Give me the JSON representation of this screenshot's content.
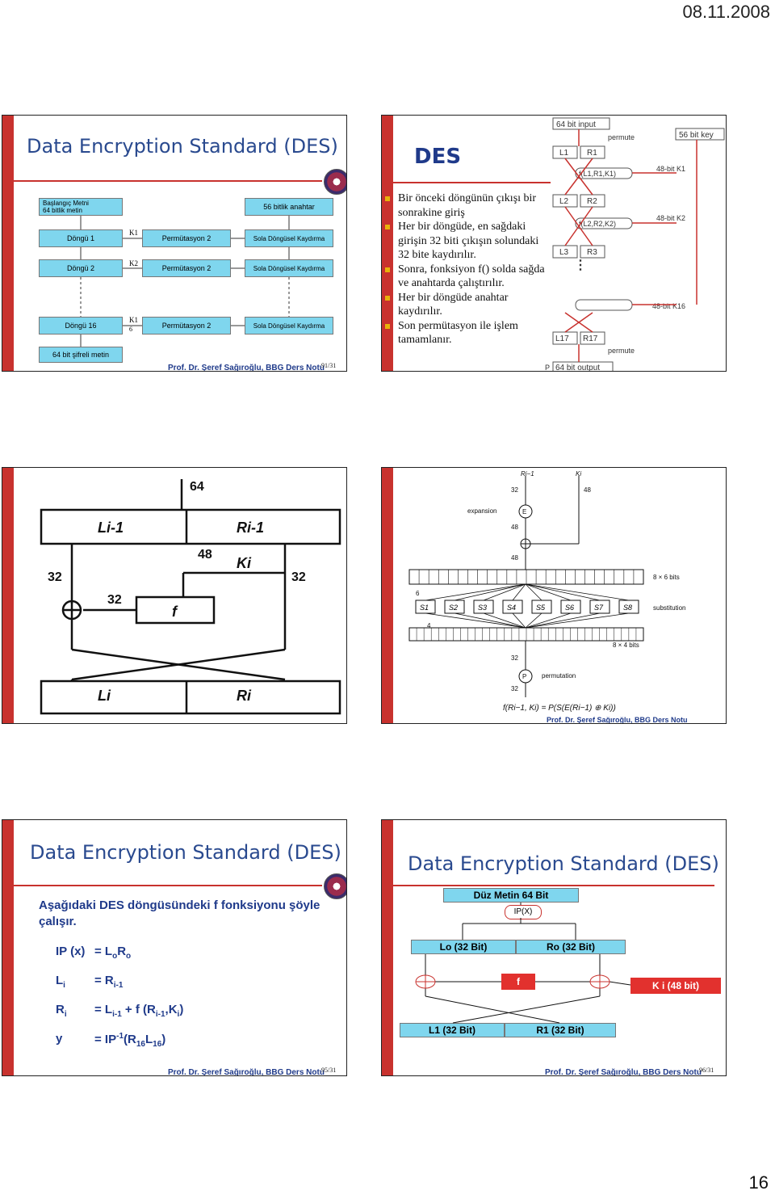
{
  "header": {
    "date": "08.11.2008"
  },
  "page_number": "16",
  "footer_author": "Prof. Dr. Şeref Sağıroğlu, BBG Ders Notu",
  "slide91": {
    "title": "Data Encryption Standard (DES)",
    "number": "91/31",
    "plaintext_label_1": "Başlangıç Metni",
    "plaintext_label_2": "64 bitlik metin",
    "key_label": "56 bitlik anahtar",
    "rounds": [
      "Döngü 1",
      "Döngü 2",
      "Döngü 16"
    ],
    "round_keys": [
      "K1",
      "K2",
      "K1"
    ],
    "round_key_sub": "6",
    "permutations": [
      "Permütasyon 2",
      "Permütasyon 2",
      "Permütasyon 2"
    ],
    "shifts": [
      "Sola Döngüsel Kaydırma",
      "Sola Döngüsel Kaydırma",
      "Sola Döngüsel Kaydırma"
    ],
    "ciphertext_label": "64 bit şifreli metin"
  },
  "slide92": {
    "title": "DES",
    "bullets": [
      "Bir önceki döngünün çıkışı bir sonrakine giriş",
      "Her bir döngüde, en sağdaki girişin 32 biti çıkışın solundaki 32 bite kaydırılır.",
      "Sonra, fonksiyon f() solda sağda ve anahtarda çalıştırılır.",
      "Her bir döngüde anahtar kaydırılır.",
      "Son permütasyon ile işlem tamamlanır."
    ],
    "diagram": {
      "input": "64 bit input",
      "permute": "permute",
      "key": "56 bit key",
      "l1": "L1",
      "r1": "R1",
      "f1": "f(L1,R1,K1)",
      "k1": "48-bit K1",
      "l2": "L2",
      "r2": "R2",
      "f2": "f(L2,R2,K2)",
      "k2": "48-bit K2",
      "l3": "L3",
      "r3": "R3",
      "k16": "48-bit K16",
      "l17": "L17",
      "r17": "R17",
      "permute2": "permute",
      "output": "64 bit output",
      "p": "P"
    }
  },
  "slide93": {
    "in64": "64",
    "li1": "Li-1",
    "ri1": "Ri-1",
    "k48": "48",
    "ki": "Ki",
    "b32a": "32",
    "b32b": "32",
    "b32c": "32",
    "f": "f",
    "li": "Li",
    "ri": "Ri"
  },
  "slide94": {
    "ri1": "Ri−1",
    "ki": "Ki",
    "n32": "32",
    "n48": "48",
    "n48b": "48",
    "n48c": "48",
    "expansion": "expansion",
    "e": "E",
    "bits6": "8 × 6 bits",
    "six": "6",
    "sboxes": [
      "S1",
      "S2",
      "S3",
      "S4",
      "S5",
      "S6",
      "S7",
      "S8"
    ],
    "substitution": "substitution",
    "four": "4",
    "bits4": "8 × 4 bits",
    "n32b": "32",
    "p": "P",
    "permutation": "permutation",
    "n32c": "32",
    "formula": "f(Ri−1, Ki) = P(S(E(Ri−1) ⊕ Ki))",
    "footer": "Prof. Dr. Şeref Sağıroğlu, BBG Ders Notu"
  },
  "slide95": {
    "title": "Data Encryption Standard (DES)",
    "intro": "Aşağıdaki DES döngüsündeki f fonksiyonu şöyle çalışır.",
    "number": "95/31",
    "eq": [
      {
        "lhs": "IP (x)",
        "rhs": "= LoRo"
      },
      {
        "lhs": "Li",
        "rhs": "= Ri-1"
      },
      {
        "lhs": "Ri",
        "rhs": "= Li-1 + f (Ri-1,Ki)"
      },
      {
        "lhs": "y",
        "rhs": "= IP-1(R16L16)"
      }
    ]
  },
  "slide96": {
    "title": "Data Encryption Standard (DES)",
    "plain": "Düz Metin 64 Bit",
    "ip": "IP(X)",
    "lo": "Lo (32 Bit)",
    "ro": "Ro (32 Bit)",
    "f": "f",
    "ki": "K i (48 bit)",
    "l1": "L1 (32 Bit)",
    "r1": "R1 (32 Bit)",
    "number": "96/31"
  }
}
